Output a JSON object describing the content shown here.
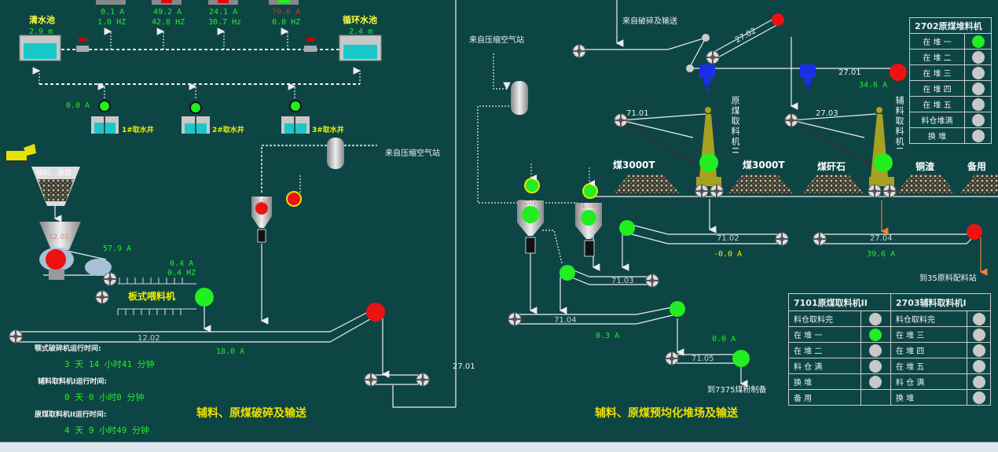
{
  "left": {
    "clear_pool": {
      "name": "清水池",
      "level": "2.9 m"
    },
    "circ_pool": {
      "name": "循环水池",
      "level": "2.4 m"
    },
    "pumps": [
      {
        "current": "0.1 A",
        "freq": "1.0 HZ"
      },
      {
        "current": "49.2 A",
        "freq": "42.8 HZ"
      },
      {
        "current": "24.1 A",
        "freq": "30.7 Hz"
      },
      {
        "current": "70.6 A",
        "freq": "0.0 HZ"
      }
    ],
    "wells": [
      {
        "name": "1#取水井",
        "current": "0.0 A"
      },
      {
        "name": "2#取水井"
      },
      {
        "name": "3#取水井"
      }
    ],
    "hopper_label": "辅料、原煤",
    "crusher_id": "12.01",
    "crusher_current": "57.9 A",
    "feeder": {
      "name": "板式喂料机",
      "current": "0.4 A",
      "freq": "0.4 HZ"
    },
    "dust_id": "12.04",
    "air_source": "来自压缩空气站",
    "conveyor": {
      "id": "12.02",
      "current": "18.0 A"
    },
    "runtimes": [
      {
        "label": "颚式破碎机运行时间:",
        "value": "3 天 14 小时41 分钟"
      },
      {
        "label": "辅料取料机I运行时间:",
        "value": "0 天 0 小时0 分钟"
      },
      {
        "label": "原煤取料机II运行时间:",
        "value": "4 天 9 小时49 分钟"
      }
    ],
    "title": "辅料、原煤破碎及输送",
    "out_conveyor": "27.01"
  },
  "right": {
    "from_crush": "来自破碎及输送",
    "air_source": "来自压缩空气站",
    "conv_2702": "27.02",
    "conv_2701": "27.01",
    "current_2701": "34.6 A",
    "conv_7101": "71.01",
    "conv_2703": "27.03",
    "reclaimer2": "原煤取料机II",
    "reclaimer1": "辅料取料机I",
    "piles": [
      "煤3000T",
      "煤3000T",
      "煤矸石",
      "铜渣",
      "备用"
    ],
    "silo_ids": [
      "71.07",
      "71.06"
    ],
    "conv_7102": {
      "id": "71.02",
      "current": "-0.0 A"
    },
    "conv_2704": {
      "id": "27.04",
      "current": "39.6 A"
    },
    "to_35": "到35原料配料站",
    "conv_7103": "71.03",
    "conv_7104": {
      "id": "71.04",
      "current": "0.3 A"
    },
    "conv_7105": {
      "id": "71.05",
      "current": "0.0 A"
    },
    "to_7375": "到7375煤粉制备",
    "title": "辅料、原煤预均化堆场及输送"
  },
  "table_2702": {
    "title": "2702原煤堆料机",
    "rows": [
      {
        "label": "在 堆 一",
        "on": true
      },
      {
        "label": "在 堆 二",
        "on": false
      },
      {
        "label": "在 堆 三",
        "on": false
      },
      {
        "label": "在 堆 四",
        "on": false
      },
      {
        "label": "在 堆 五",
        "on": false
      },
      {
        "label": "料仓堆满",
        "on": false
      },
      {
        "label": "换  堆",
        "on": false
      }
    ]
  },
  "table_status": {
    "titles": [
      "7101原煤取料机II",
      "2703辅料取料机I"
    ],
    "rows": [
      {
        "a": "料仓取料完",
        "a_on": false,
        "b": "料仓取料完",
        "b_on": false
      },
      {
        "a": "在 堆 一",
        "a_on": true,
        "b": "在 堆 三",
        "b_on": false
      },
      {
        "a": "在 堆 二",
        "a_on": false,
        "b": "在 堆 四",
        "b_on": false
      },
      {
        "a": "料 仓 满",
        "a_on": false,
        "b": "在 堆 五",
        "b_on": false
      },
      {
        "a": "换  堆",
        "a_on": false,
        "b": "料 仓 满",
        "b_on": false
      },
      {
        "a": "备  用",
        "a_on": null,
        "b": "换  堆",
        "b_on": false
      }
    ]
  },
  "colors": {
    "bg": "#0d4545",
    "running": "#22ee22",
    "stopped": "#ee1111",
    "idle": "#c8c8c8"
  }
}
